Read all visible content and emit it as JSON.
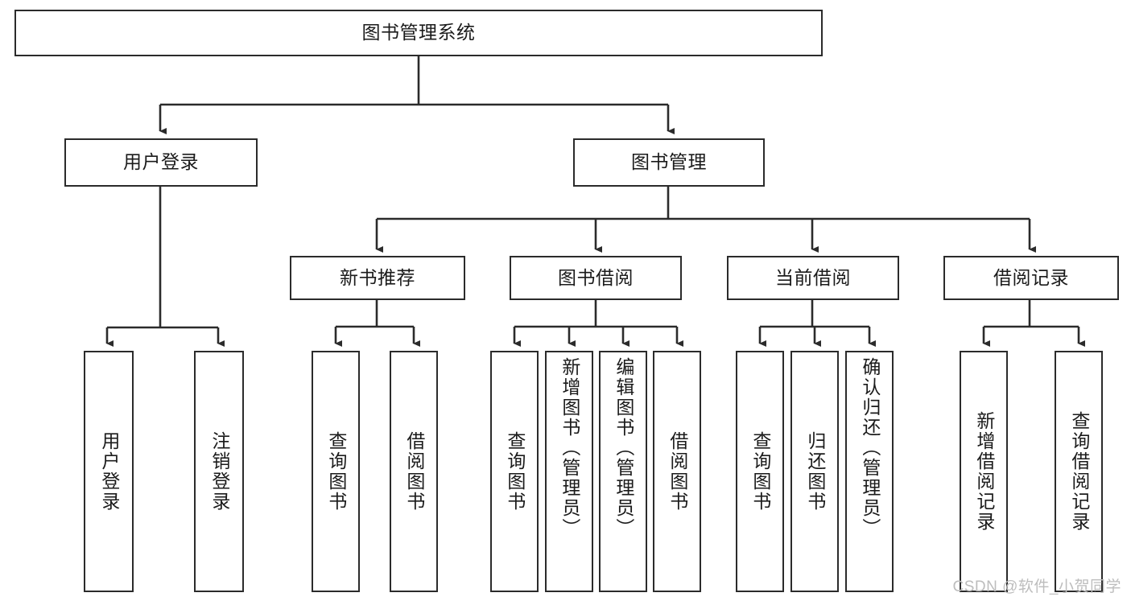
{
  "diagram": {
    "title": "图书管理系统",
    "type": "hierarchy-tree",
    "watermark": "CSDN @软件_小贺同学",
    "colors": {
      "box_border": "#2b2b2b",
      "box_fill": "#ffffff",
      "connector": "#2b2b2b",
      "text": "#1b1b1b",
      "watermark": "#bdbdbd"
    },
    "nodes": {
      "root": {
        "label": "图书管理系统"
      },
      "level2": [
        {
          "id": "user-login",
          "label": "用户登录"
        },
        {
          "id": "book-manage",
          "label": "图书管理"
        }
      ],
      "level3": [
        {
          "id": "new-book-rec",
          "label": "新书推荐"
        },
        {
          "id": "book-borrow",
          "label": "图书借阅"
        },
        {
          "id": "current-borrow",
          "label": "当前借阅"
        },
        {
          "id": "borrow-record",
          "label": "借阅记录"
        }
      ],
      "leaves": {
        "user-login": [
          {
            "id": "leaf-user-login",
            "label": "用户登录"
          },
          {
            "id": "leaf-logout",
            "label": "注销登录"
          }
        ],
        "new-book-rec": [
          {
            "id": "leaf-query-book-1",
            "label": "查询图书"
          },
          {
            "id": "leaf-borrow-book-1",
            "label": "借阅图书"
          }
        ],
        "book-borrow": [
          {
            "id": "leaf-query-book-2",
            "label": "查询图书"
          },
          {
            "id": "leaf-add-book",
            "label": "新增图书（管理员）"
          },
          {
            "id": "leaf-edit-book",
            "label": "编辑图书（管理员）"
          },
          {
            "id": "leaf-borrow-book-2",
            "label": "借阅图书"
          }
        ],
        "current-borrow": [
          {
            "id": "leaf-query-book-3",
            "label": "查询图书"
          },
          {
            "id": "leaf-return-book",
            "label": "归还图书"
          },
          {
            "id": "leaf-confirm-return",
            "label": "确认归还（管理员）"
          }
        ],
        "borrow-record": [
          {
            "id": "leaf-add-record",
            "label": "新增借阅记录"
          },
          {
            "id": "leaf-query-record",
            "label": "查询借阅记录"
          }
        ]
      }
    }
  }
}
